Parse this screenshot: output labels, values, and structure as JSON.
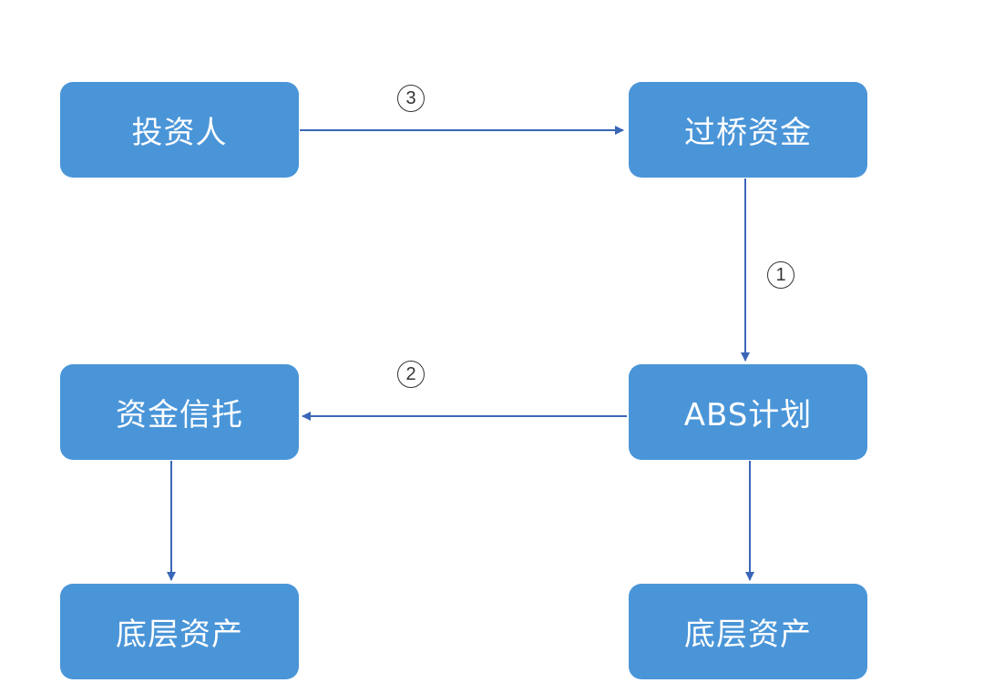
{
  "nodes": {
    "investor": "投资人",
    "bridge_fund": "过桥资金",
    "fund_trust": "资金信托",
    "abs_plan": "ABS计划",
    "underlying_asset_left": "底层资产",
    "underlying_asset_right": "底层资产"
  },
  "steps": {
    "step_1": "1",
    "step_2": "2",
    "step_3": "3"
  },
  "colors": {
    "node_fill": "#4a95d8",
    "node_text": "#ffffff",
    "arrow": "#3a66b8"
  }
}
